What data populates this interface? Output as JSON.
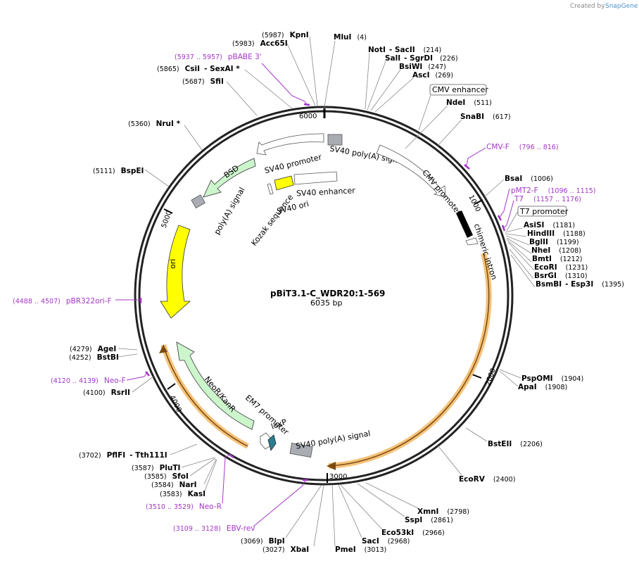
{
  "map": {
    "name": "pBiT3.1-C_WDR20:1-569",
    "length_label": "6035 bp",
    "length": 6035
  },
  "credit": {
    "created_by": "Created by",
    "brand": "SnapGene"
  },
  "ticks": [
    "1000",
    "2000",
    "3000",
    "4000",
    "5000",
    "6000"
  ],
  "sites": [
    {
      "name": "MluI",
      "pos": "(4)"
    },
    {
      "name": "NotI",
      "pos": "(214)",
      "extra": "- SacII"
    },
    {
      "name": "SalI",
      "pos": "(226)",
      "extra": "- SgrDI"
    },
    {
      "name": "BsiWI",
      "pos": "(247)"
    },
    {
      "name": "AscI",
      "pos": "(269)"
    },
    {
      "name": "NdeI",
      "pos": "(511)"
    },
    {
      "name": "SnaBI",
      "pos": "(617)"
    },
    {
      "name": "BsaI",
      "pos": "(1006)"
    },
    {
      "name": "AsiSI",
      "pos": "(1181)"
    },
    {
      "name": "HindIII",
      "pos": "(1188)"
    },
    {
      "name": "BglII",
      "pos": "(1199)"
    },
    {
      "name": "NheI",
      "pos": "(1208)"
    },
    {
      "name": "BmtI",
      "pos": "(1212)"
    },
    {
      "name": "EcoRI",
      "pos": "(1231)"
    },
    {
      "name": "BsrGI",
      "pos": "(1310)"
    },
    {
      "name": "BsmBI",
      "pos": "(1395)",
      "extra": "- Esp3I"
    },
    {
      "name": "PspOMI",
      "pos": "(1904)"
    },
    {
      "name": "ApaI",
      "pos": "(1908)"
    },
    {
      "name": "BstEII",
      "pos": "(2206)"
    },
    {
      "name": "EcoRV",
      "pos": "(2400)"
    },
    {
      "name": "XmnI",
      "pos": "(2798)"
    },
    {
      "name": "SspI",
      "pos": "(2861)"
    },
    {
      "name": "Eco53kI",
      "pos": "(2966)"
    },
    {
      "name": "SacI",
      "pos": "(2968)"
    },
    {
      "name": "PmeI",
      "pos": "(3013)"
    },
    {
      "name": "XbaI",
      "pos": "(3027)"
    },
    {
      "name": "BlpI",
      "pos": "(3069)"
    },
    {
      "name": "KasI",
      "pos": "(3583)"
    },
    {
      "name": "NarI",
      "pos": "(3584)"
    },
    {
      "name": "SfoI",
      "pos": "(3585)"
    },
    {
      "name": "PluTI",
      "pos": "(3587)"
    },
    {
      "name": "PflFI",
      "pos": "(3702)",
      "extra": "- Tth111I"
    },
    {
      "name": "RsrII",
      "pos": "(4100)"
    },
    {
      "name": "BstBI",
      "pos": "(4252)"
    },
    {
      "name": "AgeI",
      "pos": "(4279)"
    },
    {
      "name": "BspEI",
      "pos": "(5111)"
    },
    {
      "name": "NruI *",
      "pos": "(5360)"
    },
    {
      "name": "SfiI",
      "pos": "(5687)"
    },
    {
      "name": "CsiI",
      "pos": "(5865)",
      "extra": "- SexAI *"
    },
    {
      "name": "Acc65I",
      "pos": "(5983)"
    },
    {
      "name": "KpnI",
      "pos": "(5987)"
    }
  ],
  "primers": [
    {
      "name": "pBABE 3'",
      "range": "(5937 .. 5957)"
    },
    {
      "name": "CMV-F",
      "range": "(796 .. 816)"
    },
    {
      "name": "pMT2-F",
      "range": "(1096 .. 1115)"
    },
    {
      "name": "T7",
      "range": "(1157 .. 1176)"
    },
    {
      "name": "pBR322ori-F",
      "range": "(4488 .. 4507)"
    },
    {
      "name": "Neo-F",
      "range": "(4120 .. 4139)"
    },
    {
      "name": "Neo-R",
      "range": "(3510 .. 3529)"
    },
    {
      "name": "EBV-rev",
      "range": "(3109 .. 3128)"
    }
  ],
  "boxed_features": {
    "cmv_enhancer": "CMV enhancer",
    "t7_promoter": "T7 promoter"
  },
  "features": {
    "sv40_polya_top": "SV40 poly(A) signal",
    "cmv_promoter": "CMV promoter",
    "sv40_promoter": "SV40 promoter",
    "chimeric_intron": "chimeric intron",
    "bsd": "BSD",
    "polya_signal": "poly(A) signal",
    "kozak": "Kozak sequence",
    "sv40_ori": "SV40 ori",
    "sv40_enhancer": "SV40 enhancer",
    "ori": "ori",
    "neor": "NeoR/KanR",
    "em7": "EM7 promoter",
    "loxp": "loxP",
    "sv40_polya_bottom": "SV40 poly(A) signal"
  },
  "colors": {
    "backbone": "#222222",
    "primer": "#a335c9",
    "resistance": "#ccf5cc",
    "ori": "#ffff00",
    "insert_highlight": "#f5c27a",
    "loxp": "#2a7f8e",
    "terminator": "#a9acb3"
  }
}
